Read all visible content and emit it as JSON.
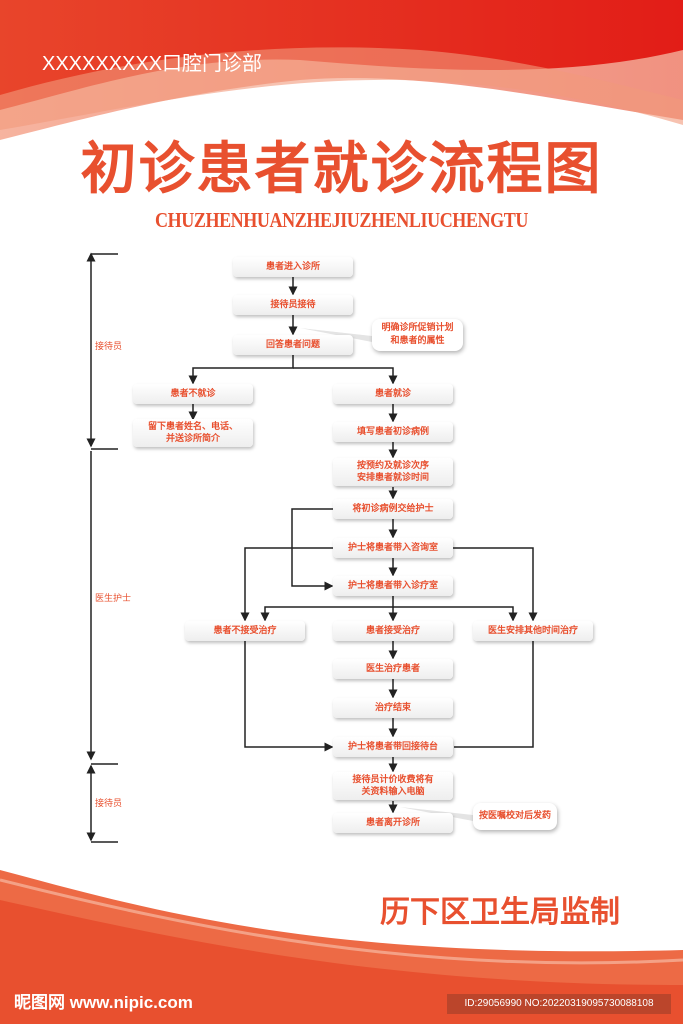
{
  "header": {
    "clinic": "XXXXXXXXX口腔门诊部",
    "title": "初诊患者就诊流程图",
    "subtitle": "CHUZHENHUANZHEJIUZHENLIUCHENGTU"
  },
  "roles": [
    "接待员",
    "医生护士",
    "接待员"
  ],
  "steps": {
    "s1": "患者进入诊所",
    "s2": "接待员接待",
    "s3": "回答患者问题",
    "s4": "患者不就诊",
    "s5": "留下患者姓名、电话、并送诊所简介",
    "s6": "患者就诊",
    "s7": "填写患者初诊病例",
    "s8": "按预约及就诊次序安排患者就诊时间",
    "s9": "将初诊病例交给护士",
    "s10": "护士将患者带入咨询室",
    "s11": "护士将患者带入诊疗室",
    "s12": "患者不接受治疗",
    "s13": "患者接受治疗",
    "s14": "医生安排其他时间治疗",
    "s15": "医生治疗患者",
    "s16": "治疗结束",
    "s17": "护士将患者带回接待台",
    "s18": "接待员计价收费将有关资料输入电脑",
    "s19": "患者离开诊所"
  },
  "callouts": {
    "c1": "明确诊所促销计划和患者的属性",
    "c2": "按医嘱校对后发药"
  },
  "footer": {
    "issuer": "历下区卫生局监制",
    "watermark": "昵图网 www.nipic.com",
    "id": "ID:29056990 NO:20220319095730088108"
  },
  "colors": {
    "accent": "#e8502f",
    "red": "#e52a1f"
  }
}
